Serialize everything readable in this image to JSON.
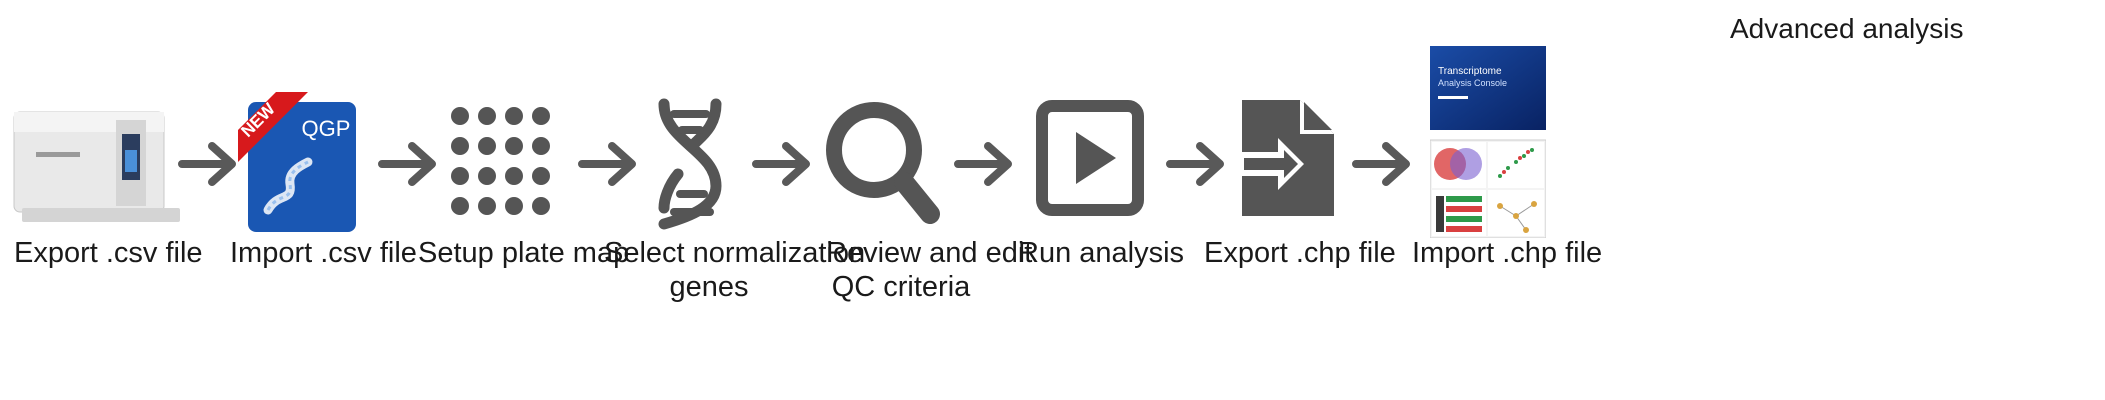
{
  "header": {
    "advanced_label": "Advanced analysis"
  },
  "steps": [
    {
      "label": "Export .csv file",
      "icon": "luminex-instrument-icon"
    },
    {
      "label": "Import .csv file",
      "icon": "qgp-app-icon",
      "badge": "NEW",
      "app_name": "QGP"
    },
    {
      "label": "Setup plate map",
      "icon": "plate-grid-icon"
    },
    {
      "label_lines": [
        "Select normalization",
        "genes"
      ],
      "icon": "dna-icon"
    },
    {
      "label_lines": [
        "Review and edit",
        "QC criteria"
      ],
      "icon": "magnifier-icon"
    },
    {
      "label": "Run analysis",
      "icon": "play-icon"
    },
    {
      "label": "Export .chp file",
      "icon": "file-export-icon"
    },
    {
      "label": "Import .chp file",
      "icon": "tac-screens-icon",
      "tac_title": "Transcriptome",
      "tac_subtitle": "Analysis Console"
    }
  ],
  "colors": {
    "icon_gray": "#555555",
    "arrow_gray": "#595959",
    "qgp_blue": "#1a57b3",
    "badge_red": "#d7191c"
  }
}
